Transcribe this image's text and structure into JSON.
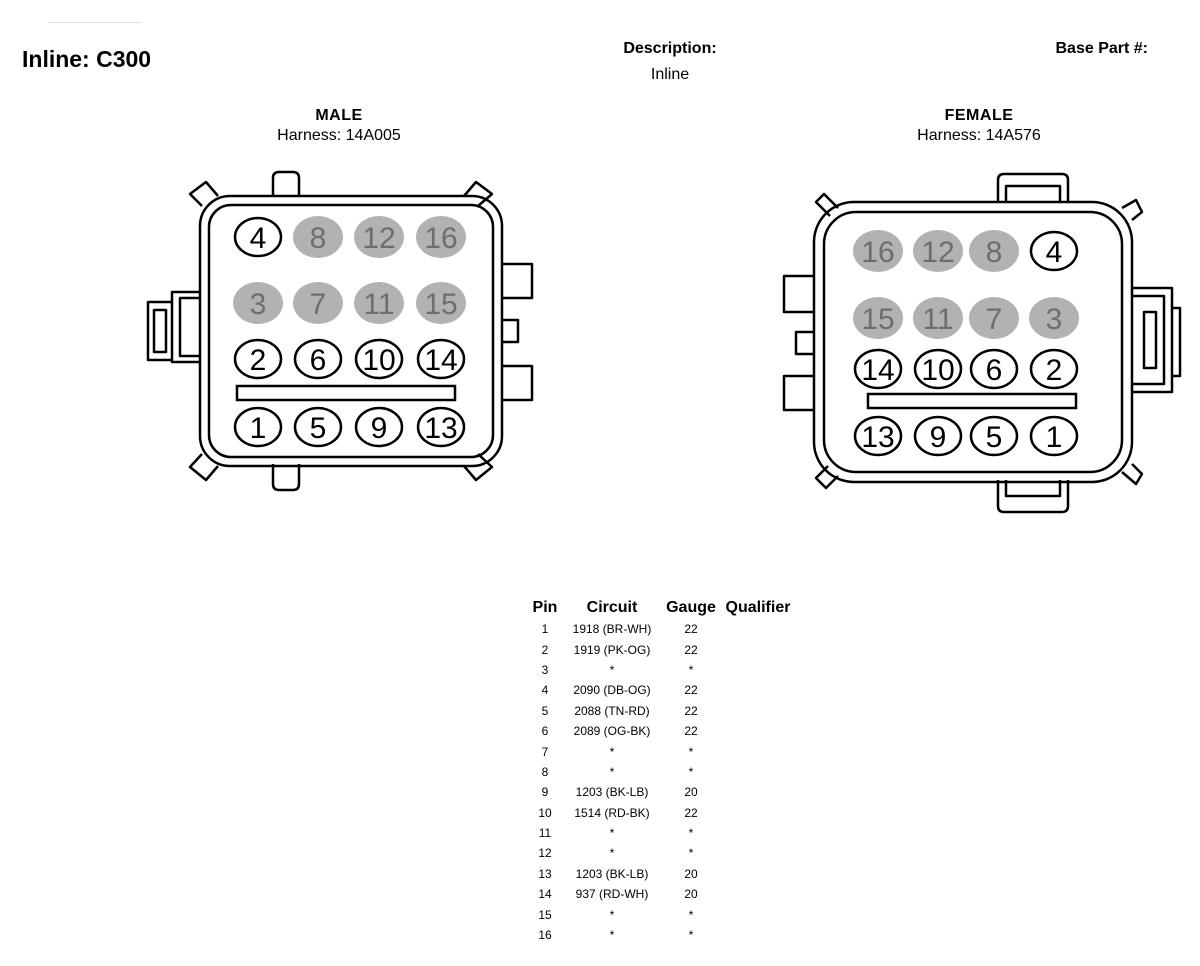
{
  "header": {
    "title": "Inline: C300",
    "description_label": "Description:",
    "description_value": "Inline",
    "base_part_label": "Base Part #:"
  },
  "connectors": {
    "male": {
      "gender": "MALE",
      "harness": "Harness: 14A005",
      "rows": [
        [
          {
            "n": "4",
            "used": true
          },
          {
            "n": "8",
            "used": false
          },
          {
            "n": "12",
            "used": false
          },
          {
            "n": "16",
            "used": false
          }
        ],
        [
          {
            "n": "3",
            "used": false
          },
          {
            "n": "7",
            "used": false
          },
          {
            "n": "11",
            "used": false
          },
          {
            "n": "15",
            "used": false
          }
        ],
        [
          {
            "n": "2",
            "used": true
          },
          {
            "n": "6",
            "used": true
          },
          {
            "n": "10",
            "used": true
          },
          {
            "n": "14",
            "used": true
          }
        ],
        [
          {
            "n": "1",
            "used": true
          },
          {
            "n": "5",
            "used": true
          },
          {
            "n": "9",
            "used": true
          },
          {
            "n": "13",
            "used": true
          }
        ]
      ]
    },
    "female": {
      "gender": "FEMALE",
      "harness": "Harness: 14A576",
      "rows": [
        [
          {
            "n": "16",
            "used": false
          },
          {
            "n": "12",
            "used": false
          },
          {
            "n": "8",
            "used": false
          },
          {
            "n": "4",
            "used": true
          }
        ],
        [
          {
            "n": "15",
            "used": false
          },
          {
            "n": "11",
            "used": false
          },
          {
            "n": "7",
            "used": false
          },
          {
            "n": "3",
            "used": false
          }
        ],
        [
          {
            "n": "14",
            "used": true
          },
          {
            "n": "10",
            "used": true
          },
          {
            "n": "6",
            "used": true
          },
          {
            "n": "2",
            "used": true
          }
        ],
        [
          {
            "n": "13",
            "used": true
          },
          {
            "n": "9",
            "used": true
          },
          {
            "n": "5",
            "used": true
          },
          {
            "n": "1",
            "used": true
          }
        ]
      ]
    }
  },
  "colors": {
    "unused_pin_fill": "#b2b2b2",
    "unused_pin_text": "#6e6e6e",
    "outline": "#000000"
  },
  "pin_table": {
    "headers": [
      "Pin",
      "Circuit",
      "Gauge",
      "Qualifier"
    ],
    "rows": [
      {
        "pin": "1",
        "circuit": "1918 (BR-WH)",
        "gauge": "22",
        "qualifier": ""
      },
      {
        "pin": "2",
        "circuit": "1919 (PK-OG)",
        "gauge": "22",
        "qualifier": ""
      },
      {
        "pin": "3",
        "circuit": "*",
        "gauge": "*",
        "qualifier": ""
      },
      {
        "pin": "4",
        "circuit": "2090 (DB-OG)",
        "gauge": "22",
        "qualifier": ""
      },
      {
        "pin": "5",
        "circuit": "2088 (TN-RD)",
        "gauge": "22",
        "qualifier": ""
      },
      {
        "pin": "6",
        "circuit": "2089 (OG-BK)",
        "gauge": "22",
        "qualifier": ""
      },
      {
        "pin": "7",
        "circuit": "*",
        "gauge": "*",
        "qualifier": ""
      },
      {
        "pin": "8",
        "circuit": "*",
        "gauge": "*",
        "qualifier": ""
      },
      {
        "pin": "9",
        "circuit": "1203 (BK-LB)",
        "gauge": "20",
        "qualifier": ""
      },
      {
        "pin": "10",
        "circuit": "1514 (RD-BK)",
        "gauge": "22",
        "qualifier": ""
      },
      {
        "pin": "11",
        "circuit": "*",
        "gauge": "*",
        "qualifier": ""
      },
      {
        "pin": "12",
        "circuit": "*",
        "gauge": "*",
        "qualifier": ""
      },
      {
        "pin": "13",
        "circuit": "1203 (BK-LB)",
        "gauge": "20",
        "qualifier": ""
      },
      {
        "pin": "14",
        "circuit": "937 (RD-WH)",
        "gauge": "20",
        "qualifier": ""
      },
      {
        "pin": "15",
        "circuit": "*",
        "gauge": "*",
        "qualifier": ""
      },
      {
        "pin": "16",
        "circuit": "*",
        "gauge": "*",
        "qualifier": ""
      }
    ]
  }
}
